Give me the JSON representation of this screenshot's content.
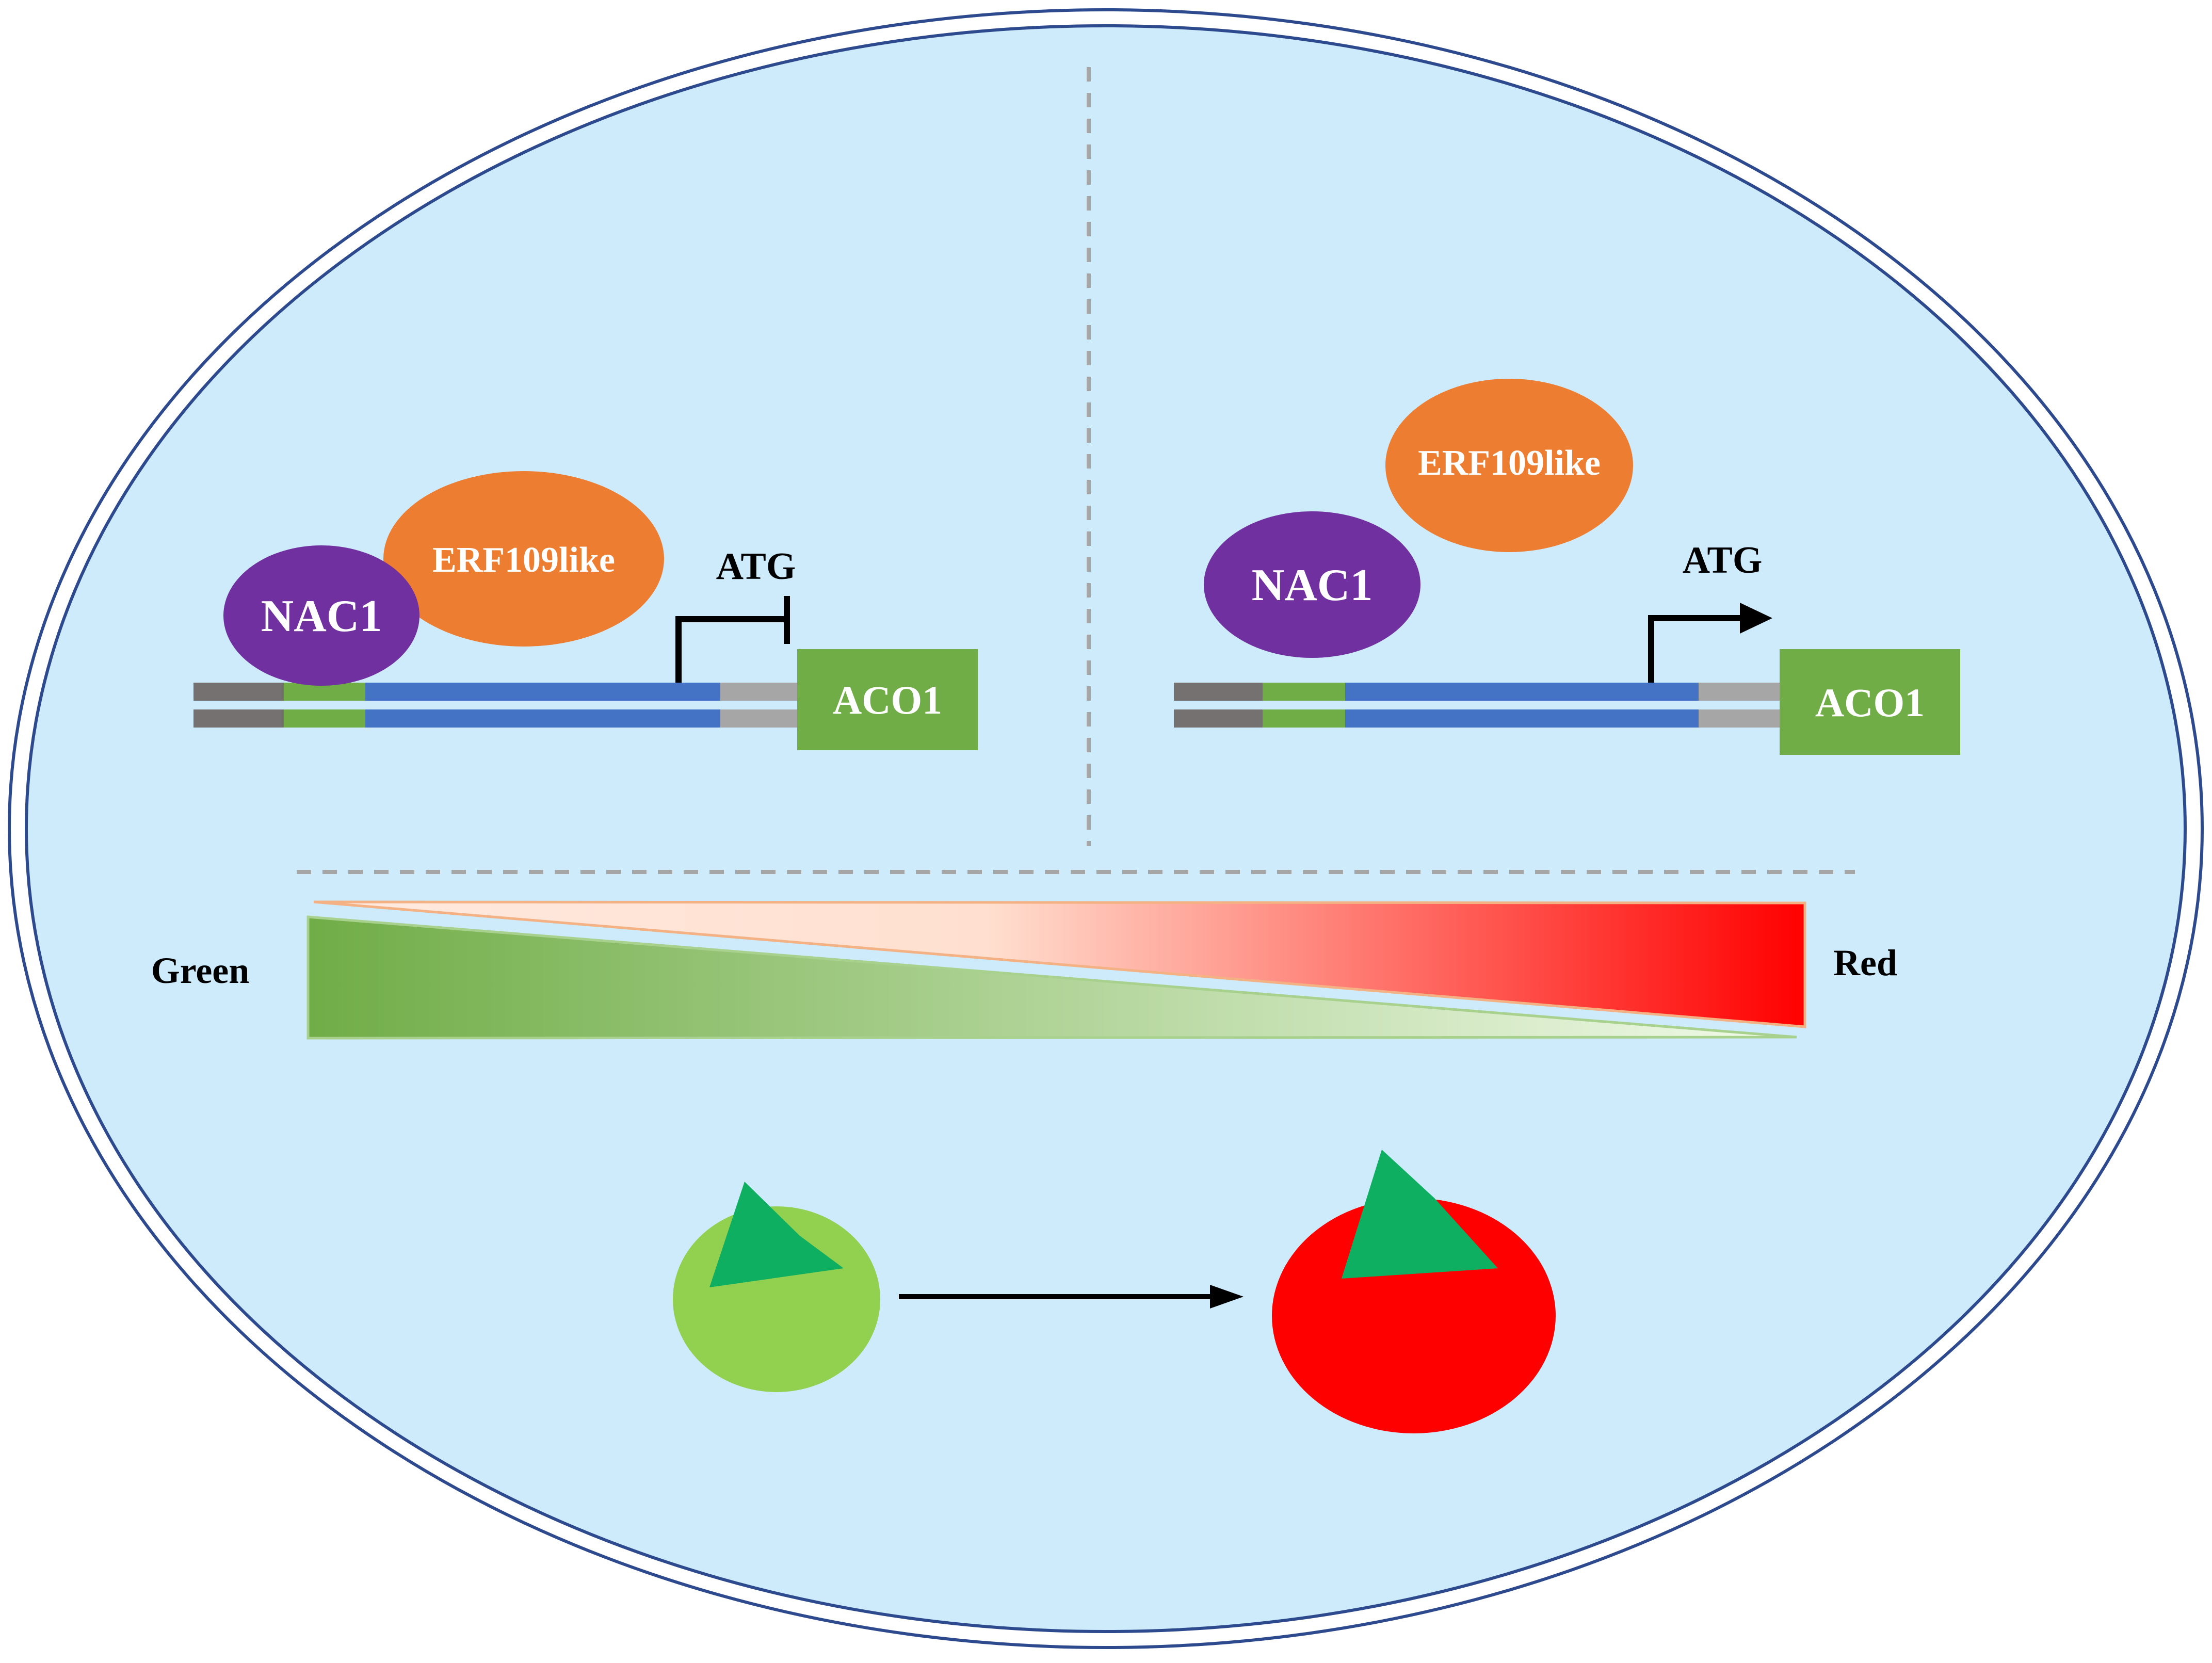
{
  "colors": {
    "cell_fill": "#cdebfb",
    "cell_border": "#2e4a8e",
    "nac1": "#7030a0",
    "erf": "#ed7d31",
    "aco1": "#70ad47",
    "dna_blue": "#4472c4",
    "dna_green": "#70ad47",
    "dna_dark_grey": "#767171",
    "dna_light_grey": "#a6a6a6",
    "divider": "#a6a6a6",
    "gradient_green_start": "#70ad47",
    "gradient_green_end": "#f2fbea",
    "gradient_red_start": "#ffe9df",
    "gradient_red_end": "#ff0000",
    "fruit_green": "#92d050",
    "fruit_red": "#ff0000",
    "calyx": "#0faf62",
    "arrow": "#000000"
  },
  "left_panel": {
    "nac1_label": "NAC1",
    "erf_label": "ERF109like",
    "atg_label": "ATG",
    "aco1_label": "ACO1",
    "promoter_state": "repressed"
  },
  "right_panel": {
    "nac1_label": "NAC1",
    "erf_label": "ERF109like",
    "atg_label": "ATG",
    "aco1_label": "ACO1",
    "promoter_state": "activated"
  },
  "gradient": {
    "left_label": "Green",
    "right_label": "Red"
  },
  "fruits": {
    "from": "unripe-green-tomato",
    "to": "ripe-red-tomato"
  }
}
